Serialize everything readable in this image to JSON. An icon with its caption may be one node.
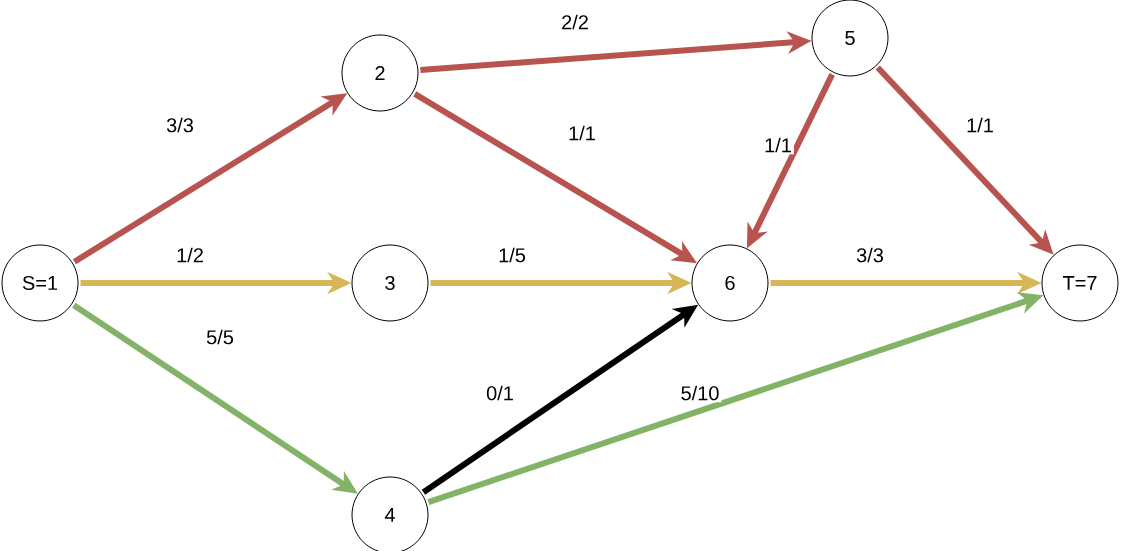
{
  "diagram": {
    "nodes": [
      {
        "text": [
          "S=1"
        ]
      },
      {
        "text": [
          "2"
        ]
      },
      {
        "text": [
          "3"
        ]
      },
      {
        "text": [
          "4"
        ]
      },
      {
        "text": [
          "5"
        ]
      },
      {
        "text": [
          "6"
        ]
      },
      {
        "text": [
          "T=7"
        ]
      }
    ],
    "edges": [
      {
        "from": 0,
        "to": 1,
        "arrow": "to",
        "label": "3/3"
      },
      {
        "from": 1,
        "to": 4,
        "arrow": "to",
        "label": "2/2"
      },
      {
        "from": 1,
        "to": 5,
        "arrow": "to",
        "label": "1/1"
      },
      {
        "from": 4,
        "to": 5,
        "arrow": "to",
        "label": "1/1"
      },
      {
        "from": 4,
        "to": 6,
        "arrow": "to",
        "label": "1/1"
      },
      {
        "from": 0,
        "to": 2,
        "arrow": "to",
        "label": "1/2",
        "color": "#d6b656"
      },
      {
        "from": 2,
        "to": 5,
        "arrow": "to",
        "label": "1/5",
        "color": "#d6b656"
      },
      {
        "from": 5,
        "to": 6,
        "arrow": "to",
        "label": "3/3",
        "color": "#d6b656"
      },
      {
        "from": 0,
        "to": 3,
        "arrow": "to",
        "label": "5/5",
        "color": "#82b366"
      },
      {
        "from": 3,
        "to": 5,
        "arrow": "to",
        "label": "0/1",
        "color": "#000000"
      },
      {
        "from": 3,
        "to": 6,
        "arrow": "to",
        "label": "5/10",
        "color": "#82b366"
      }
    ]
  }
}
